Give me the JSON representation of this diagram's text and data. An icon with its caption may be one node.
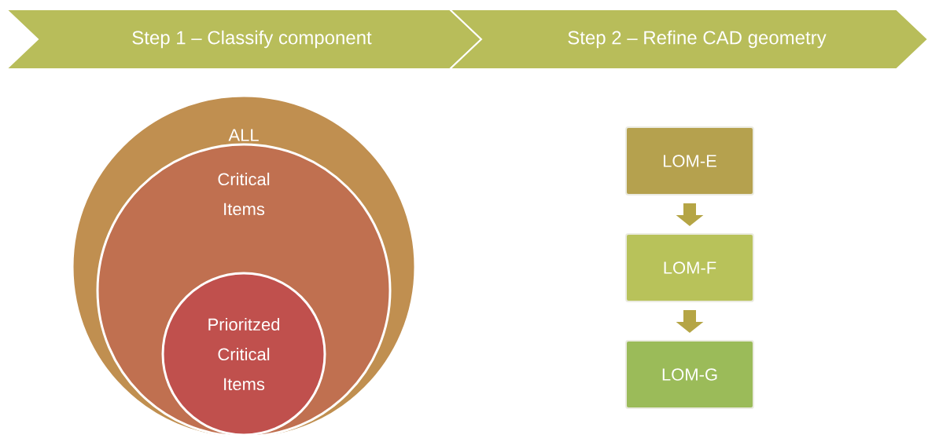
{
  "diagram": {
    "nodes": [
      {
        "text": [
          "Step 1 – Classify component"
        ]
      },
      {
        "text": [
          "Step 2 – Refine CAD geometry"
        ]
      },
      {
        "text": [
          "ALL"
        ]
      },
      {
        "text": [
          "Critical Items"
        ],
        "in": 2
      },
      {
        "text": [
          "Prioritzed Critical Items"
        ],
        "in": 3
      },
      {
        "text": [
          "LOM-E"
        ]
      },
      {
        "text": [
          "LOM-F"
        ]
      },
      {
        "text": [
          "LOM-G"
        ]
      }
    ],
    "edges": [
      {
        "from": 5,
        "to": 6,
        "arrow": "to"
      },
      {
        "from": 6,
        "to": 7,
        "arrow": "to"
      }
    ]
  }
}
